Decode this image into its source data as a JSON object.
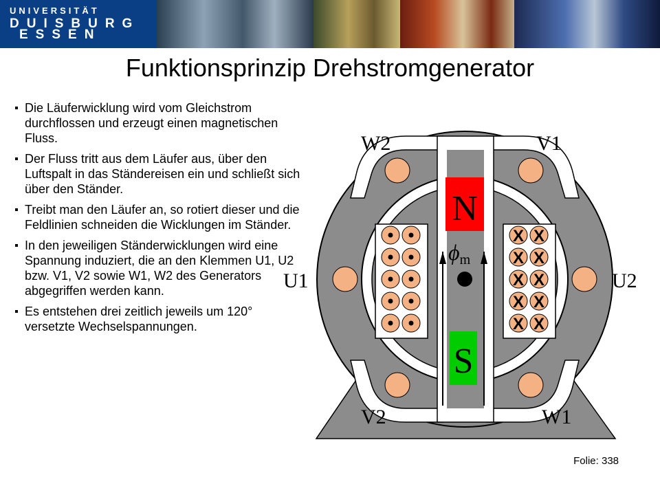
{
  "header": {
    "logo_line1": "UNIVERSITÄT",
    "logo_line2": "DUISBURG",
    "logo_line3": "ESSEN"
  },
  "title": "Funktionsprinzip Drehstromgenerator",
  "paragraphs": [
    "Die Läuferwicklung wird vom Gleichstrom durchflossen und erzeugt einen magnetischen Fluss.",
    "Der Fluss tritt aus dem Läufer aus, über den Luftspalt in das Ständereisen ein und schließt sich über den Ständer.",
    "Treibt man den Läufer an, so rotiert dieser und die Feldlinien schneiden die Wicklungen im Ständer.",
    "In den jeweiligen Ständerwicklungen wird eine Spannung induziert, die an den Klemmen U1, U2 bzw. V1, V2 sowie W1, W2 des Generators abgegriffen werden kann.",
    "Es entstehen drei zeitlich jeweils um 120° versetzte Wechselspannungen."
  ],
  "diagram": {
    "labels": {
      "w2": "W2",
      "v1": "V1",
      "u1": "U1",
      "u2": "U2",
      "v2": "V2",
      "w1": "W1",
      "north": "N",
      "south": "S",
      "flux_symbol": "ϕ",
      "flux_subscript": "m",
      "cross_mark": "X"
    },
    "colors": {
      "stator": "#8c8c8c",
      "gap": "#ffffff",
      "slot": "#f4b183",
      "north": "#ff0000",
      "south": "#00cc00"
    }
  },
  "footer": "Folie: 338"
}
